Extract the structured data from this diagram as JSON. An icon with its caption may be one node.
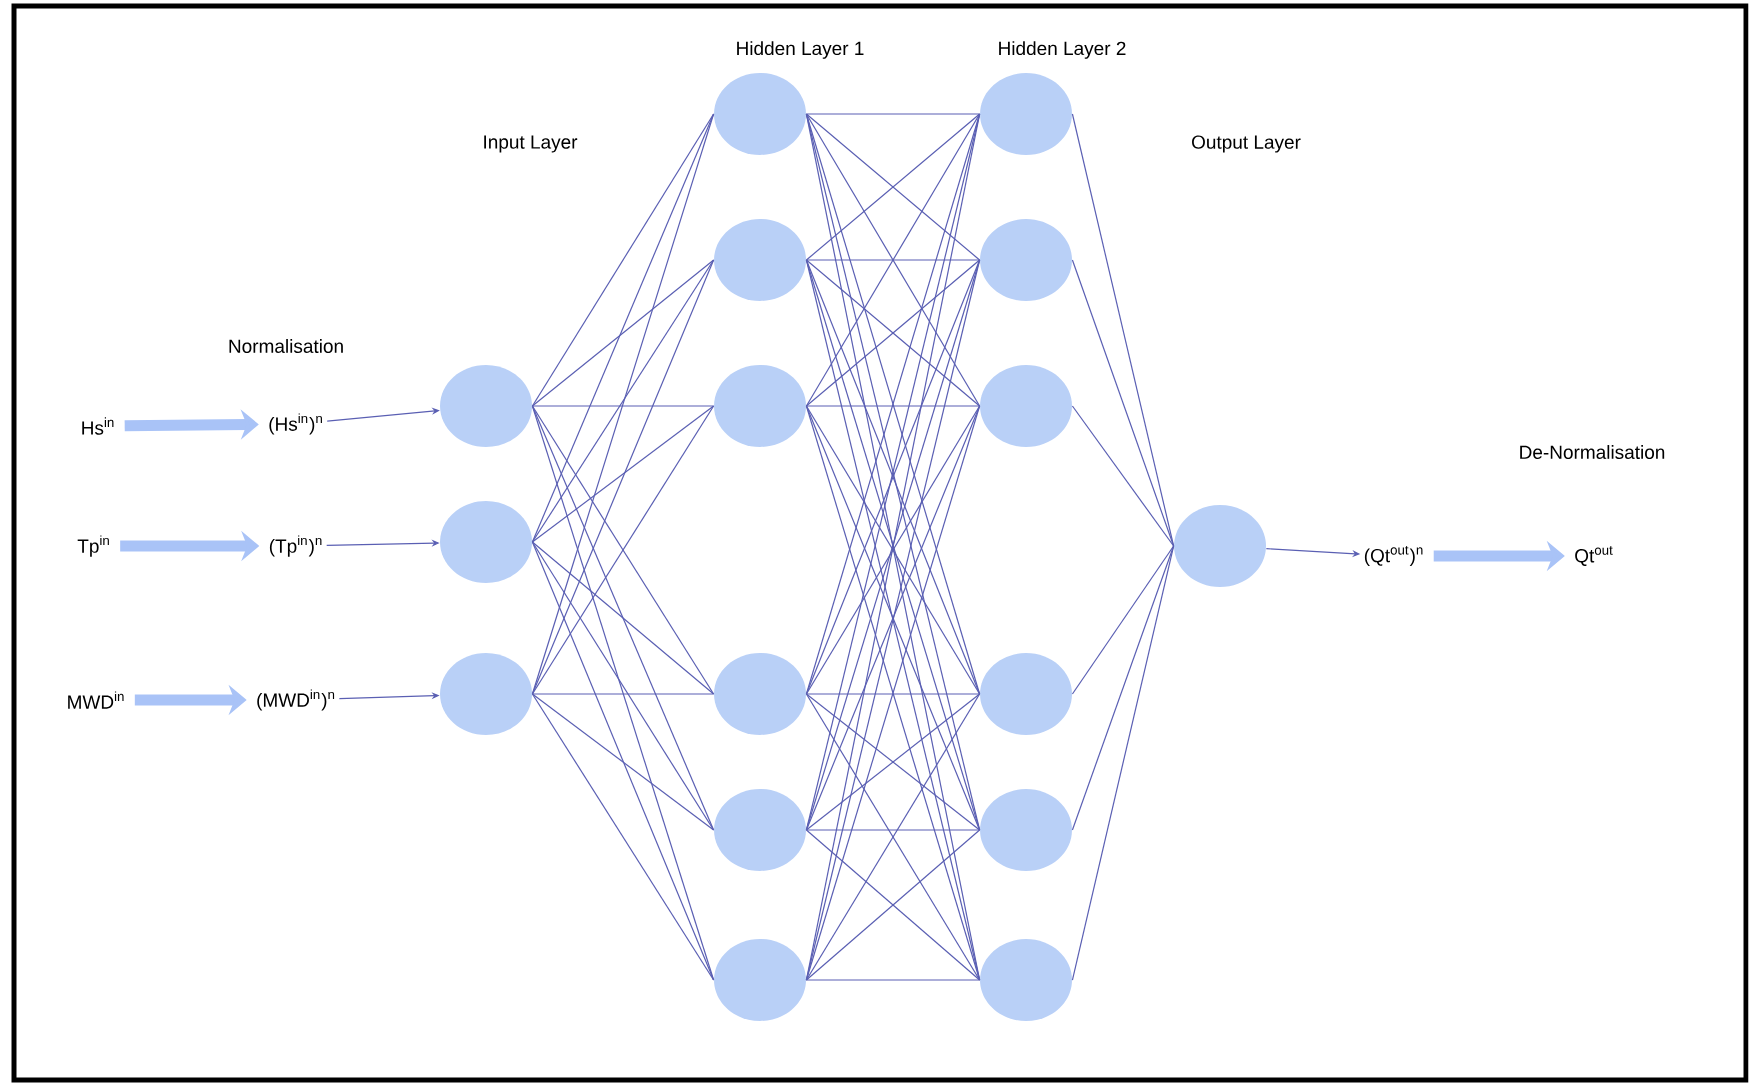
{
  "diagram": {
    "nodes": [
      {
        "text": [
          "Hs$^{in}$"
        ]
      },
      {
        "text": [
          "(Hs$^{in}$)$^{n}$"
        ]
      },
      {
        "text": [
          "Tp$^{in}$"
        ]
      },
      {
        "text": [
          "(Tp$^{in}$)$^{n}$"
        ]
      },
      {
        "text": [
          "MWD$^{in}$"
        ]
      },
      {
        "text": [
          "(MWD$^{in}$)$^{n}$"
        ]
      },
      {
        "text": [],
        "shape": "circle"
      },
      {
        "text": [],
        "shape": "circle"
      },
      {
        "text": [],
        "shape": "circle"
      },
      {
        "text": [],
        "shape": "circle"
      },
      {
        "text": [],
        "shape": "circle"
      },
      {
        "text": [],
        "shape": "circle"
      },
      {
        "text": [],
        "shape": "circle"
      },
      {
        "text": [],
        "shape": "circle"
      },
      {
        "text": [],
        "shape": "circle"
      },
      {
        "text": [],
        "shape": "circle"
      },
      {
        "text": [],
        "shape": "circle"
      },
      {
        "text": [],
        "shape": "circle"
      },
      {
        "text": [],
        "shape": "circle"
      },
      {
        "text": [],
        "shape": "circle"
      },
      {
        "text": [],
        "shape": "circle"
      },
      {
        "text": [],
        "shape": "circle"
      },
      {
        "text": [
          "(Qt$^{out}$)$^{n}$"
        ]
      },
      {
        "text": [
          "Qt$^{out}$"
        ]
      }
    ],
    "edges": [
      {
        "from": 0,
        "to": 1,
        "arrow": "to",
        "style": "thick",
        "color": "#a9c3f7"
      },
      {
        "from": 2,
        "to": 3,
        "arrow": "to",
        "style": "thick",
        "color": "#a9c3f7"
      },
      {
        "from": 4,
        "to": 5,
        "arrow": "to",
        "style": "thick",
        "color": "#a9c3f7"
      },
      {
        "from": 1,
        "to": 6,
        "arrow": "to"
      },
      {
        "from": 3,
        "to": 7,
        "arrow": "to"
      },
      {
        "from": 5,
        "to": 8,
        "arrow": "to"
      },
      {
        "from": 6,
        "to": 9,
        "arrow": "none"
      },
      {
        "from": 6,
        "to": 10,
        "arrow": "none"
      },
      {
        "from": 6,
        "to": 11,
        "arrow": "none"
      },
      {
        "from": 6,
        "to": 12,
        "arrow": "none"
      },
      {
        "from": 6,
        "to": 13,
        "arrow": "none"
      },
      {
        "from": 6,
        "to": 14,
        "arrow": "none"
      },
      {
        "from": 7,
        "to": 9,
        "arrow": "none"
      },
      {
        "from": 7,
        "to": 10,
        "arrow": "none"
      },
      {
        "from": 7,
        "to": 11,
        "arrow": "none"
      },
      {
        "from": 7,
        "to": 12,
        "arrow": "none"
      },
      {
        "from": 7,
        "to": 13,
        "arrow": "none"
      },
      {
        "from": 7,
        "to": 14,
        "arrow": "none"
      },
      {
        "from": 8,
        "to": 9,
        "arrow": "none"
      },
      {
        "from": 8,
        "to": 10,
        "arrow": "none"
      },
      {
        "from": 8,
        "to": 11,
        "arrow": "none"
      },
      {
        "from": 8,
        "to": 12,
        "arrow": "none"
      },
      {
        "from": 8,
        "to": 13,
        "arrow": "none"
      },
      {
        "from": 8,
        "to": 14,
        "arrow": "none"
      },
      {
        "from": 9,
        "to": 15,
        "arrow": "none"
      },
      {
        "from": 9,
        "to": 16,
        "arrow": "none"
      },
      {
        "from": 9,
        "to": 17,
        "arrow": "none"
      },
      {
        "from": 9,
        "to": 18,
        "arrow": "none"
      },
      {
        "from": 9,
        "to": 19,
        "arrow": "none"
      },
      {
        "from": 9,
        "to": 20,
        "arrow": "none"
      },
      {
        "from": 10,
        "to": 15,
        "arrow": "none"
      },
      {
        "from": 10,
        "to": 16,
        "arrow": "none"
      },
      {
        "from": 10,
        "to": 17,
        "arrow": "none"
      },
      {
        "from": 10,
        "to": 18,
        "arrow": "none"
      },
      {
        "from": 10,
        "to": 19,
        "arrow": "none"
      },
      {
        "from": 10,
        "to": 20,
        "arrow": "none"
      },
      {
        "from": 11,
        "to": 15,
        "arrow": "none"
      },
      {
        "from": 11,
        "to": 16,
        "arrow": "none"
      },
      {
        "from": 11,
        "to": 17,
        "arrow": "none"
      },
      {
        "from": 11,
        "to": 18,
        "arrow": "none"
      },
      {
        "from": 11,
        "to": 19,
        "arrow": "none"
      },
      {
        "from": 11,
        "to": 20,
        "arrow": "none"
      },
      {
        "from": 12,
        "to": 15,
        "arrow": "none"
      },
      {
        "from": 12,
        "to": 16,
        "arrow": "none"
      },
      {
        "from": 12,
        "to": 17,
        "arrow": "none"
      },
      {
        "from": 12,
        "to": 18,
        "arrow": "none"
      },
      {
        "from": 12,
        "to": 19,
        "arrow": "none"
      },
      {
        "from": 12,
        "to": 20,
        "arrow": "none"
      },
      {
        "from": 13,
        "to": 15,
        "arrow": "none"
      },
      {
        "from": 13,
        "to": 16,
        "arrow": "none"
      },
      {
        "from": 13,
        "to": 17,
        "arrow": "none"
      },
      {
        "from": 13,
        "to": 18,
        "arrow": "none"
      },
      {
        "from": 13,
        "to": 19,
        "arrow": "none"
      },
      {
        "from": 13,
        "to": 20,
        "arrow": "none"
      },
      {
        "from": 14,
        "to": 15,
        "arrow": "none"
      },
      {
        "from": 14,
        "to": 16,
        "arrow": "none"
      },
      {
        "from": 14,
        "to": 17,
        "arrow": "none"
      },
      {
        "from": 14,
        "to": 18,
        "arrow": "none"
      },
      {
        "from": 14,
        "to": 19,
        "arrow": "none"
      },
      {
        "from": 14,
        "to": 20,
        "arrow": "none"
      },
      {
        "from": 15,
        "to": 21,
        "arrow": "none"
      },
      {
        "from": 16,
        "to": 21,
        "arrow": "none"
      },
      {
        "from": 17,
        "to": 21,
        "arrow": "none"
      },
      {
        "from": 18,
        "to": 21,
        "arrow": "none"
      },
      {
        "from": 19,
        "to": 21,
        "arrow": "none"
      },
      {
        "from": 20,
        "to": 21,
        "arrow": "none"
      },
      {
        "from": 21,
        "to": 22,
        "arrow": "to"
      },
      {
        "from": 22,
        "to": 23,
        "arrow": "to",
        "style": "thick",
        "color": "#a9c3f7"
      }
    ],
    "labels": [
      "Hidden Layer 1",
      "Hidden Layer 2",
      "Input Layer",
      "Output Layer",
      "Normalisation",
      "De-Normalisation"
    ]
  }
}
